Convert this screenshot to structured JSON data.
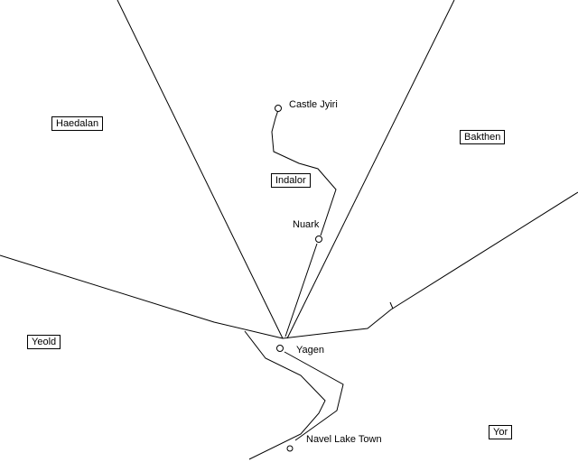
{
  "regions": [
    {
      "name": "Haedalan"
    },
    {
      "name": "Bakthen"
    },
    {
      "name": "Indalor"
    },
    {
      "name": "Yeold"
    },
    {
      "name": "Yor"
    }
  ],
  "towns": [
    {
      "name": "Castle Jyiri"
    },
    {
      "name": "Nuark"
    },
    {
      "name": "Yagen"
    },
    {
      "name": "Navel Lake Town"
    }
  ],
  "colors": {
    "line": "#000000",
    "background": "#ffffff"
  }
}
